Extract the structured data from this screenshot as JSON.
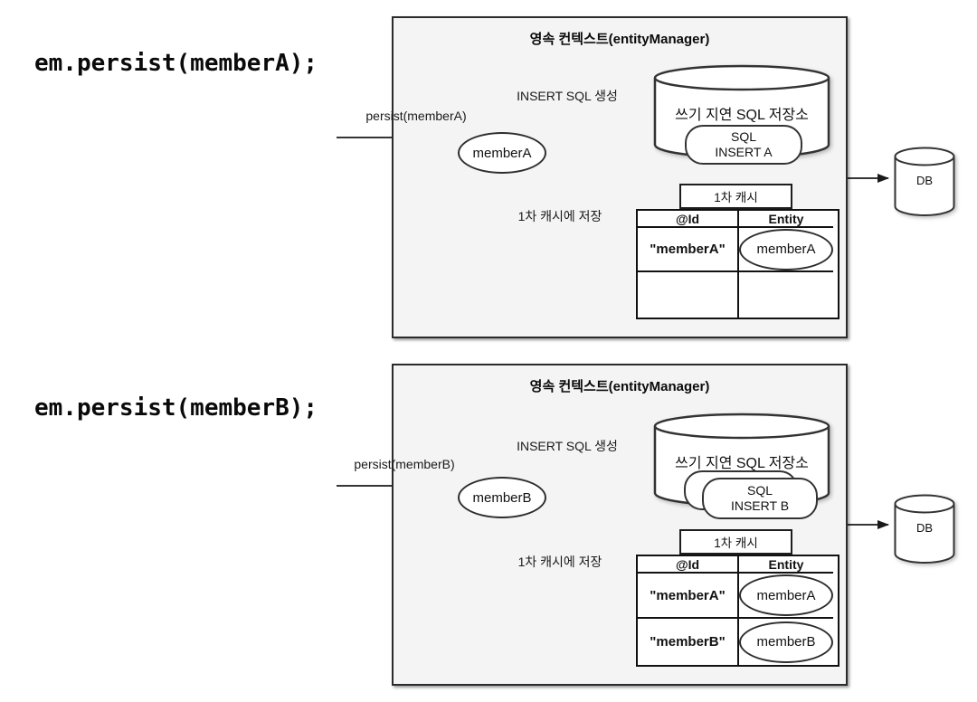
{
  "colors": {
    "box_fill": "#f4f4f4",
    "box_border": "#2b2b2b",
    "line": "#1a1a1a",
    "shape_fill": "#ffffff"
  },
  "diagrams": [
    {
      "code": "em.persist(memberA);",
      "context_title": "영속 컨텍스트(entityManager)",
      "persist_label": "persist(memberA)",
      "entity": "memberA",
      "insert_sql_label": "INSERT SQL 생성",
      "sql_store_title": "쓰기 지연 SQL 저장소",
      "sql_card": {
        "line1": "SQL",
        "line2": "INSERT A"
      },
      "cache_tab": "1차 캐시",
      "cache_save_label": "1차 캐시에 저장",
      "cache_table": {
        "headers": [
          "@Id",
          "Entity"
        ],
        "rows": [
          {
            "id": "\"memberA\"",
            "entity": "memberA"
          },
          {
            "id": "",
            "entity": ""
          }
        ]
      },
      "db_label": "DB"
    },
    {
      "code": "em.persist(memberB);",
      "context_title": "영속 컨텍스트(entityManager)",
      "persist_label": "persist(memberB)",
      "entity": "memberB",
      "insert_sql_label": "INSERT SQL 생성",
      "sql_store_title": "쓰기 지연 SQL 저장소",
      "sql_card": {
        "line1": "SQL",
        "line2": "INSERT B"
      },
      "cache_tab": "1차 캐시",
      "cache_save_label": "1차 캐시에 저장",
      "cache_table": {
        "headers": [
          "@Id",
          "Entity"
        ],
        "rows": [
          {
            "id": "\"memberA\"",
            "entity": "memberA"
          },
          {
            "id": "\"memberB\"",
            "entity": "memberB"
          }
        ]
      },
      "db_label": "DB"
    }
  ]
}
